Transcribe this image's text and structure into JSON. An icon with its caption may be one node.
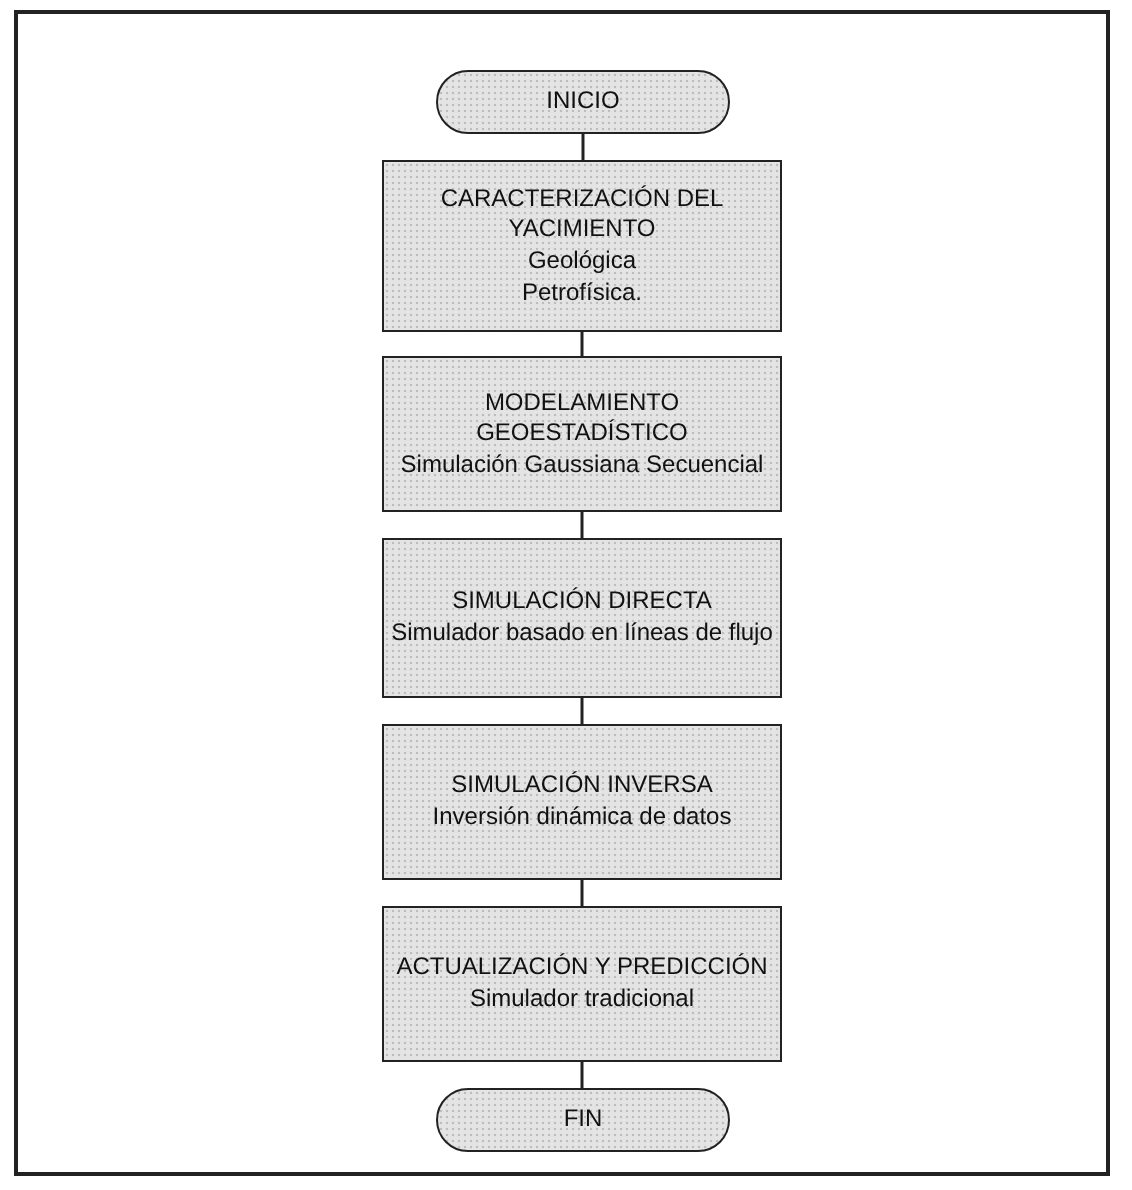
{
  "diagram": {
    "nodes": [
      {
        "text": [
          "INICIO"
        ]
      },
      {
        "text": [
          "CARACTERIZACIÓN DEL YACIMIENTO",
          "Geológica",
          "Petrofísica."
        ]
      },
      {
        "text": [
          "MODELAMIENTO GEOESTADÍSTICO",
          "Simulación Gaussiana Secuencial"
        ]
      },
      {
        "text": [
          "SIMULACIÓN DIRECTA",
          "Simulador basado en líneas de flujo"
        ]
      },
      {
        "text": [
          "SIMULACIÓN INVERSA",
          "Inversión dinámica de datos"
        ]
      },
      {
        "text": [
          "ACTUALIZACIÓN Y PREDICCIÓN",
          "Simulador tradicional"
        ]
      },
      {
        "text": [
          "FIN"
        ]
      }
    ],
    "edges": [
      {
        "from": 0,
        "to": 1,
        "arrow": "none"
      },
      {
        "from": 1,
        "to": 2,
        "arrow": "none"
      },
      {
        "from": 2,
        "to": 3,
        "arrow": "none"
      },
      {
        "from": 3,
        "to": 4,
        "arrow": "none"
      },
      {
        "from": 4,
        "to": 5,
        "arrow": "none"
      },
      {
        "from": 5,
        "to": 6,
        "arrow": "none"
      }
    ]
  }
}
